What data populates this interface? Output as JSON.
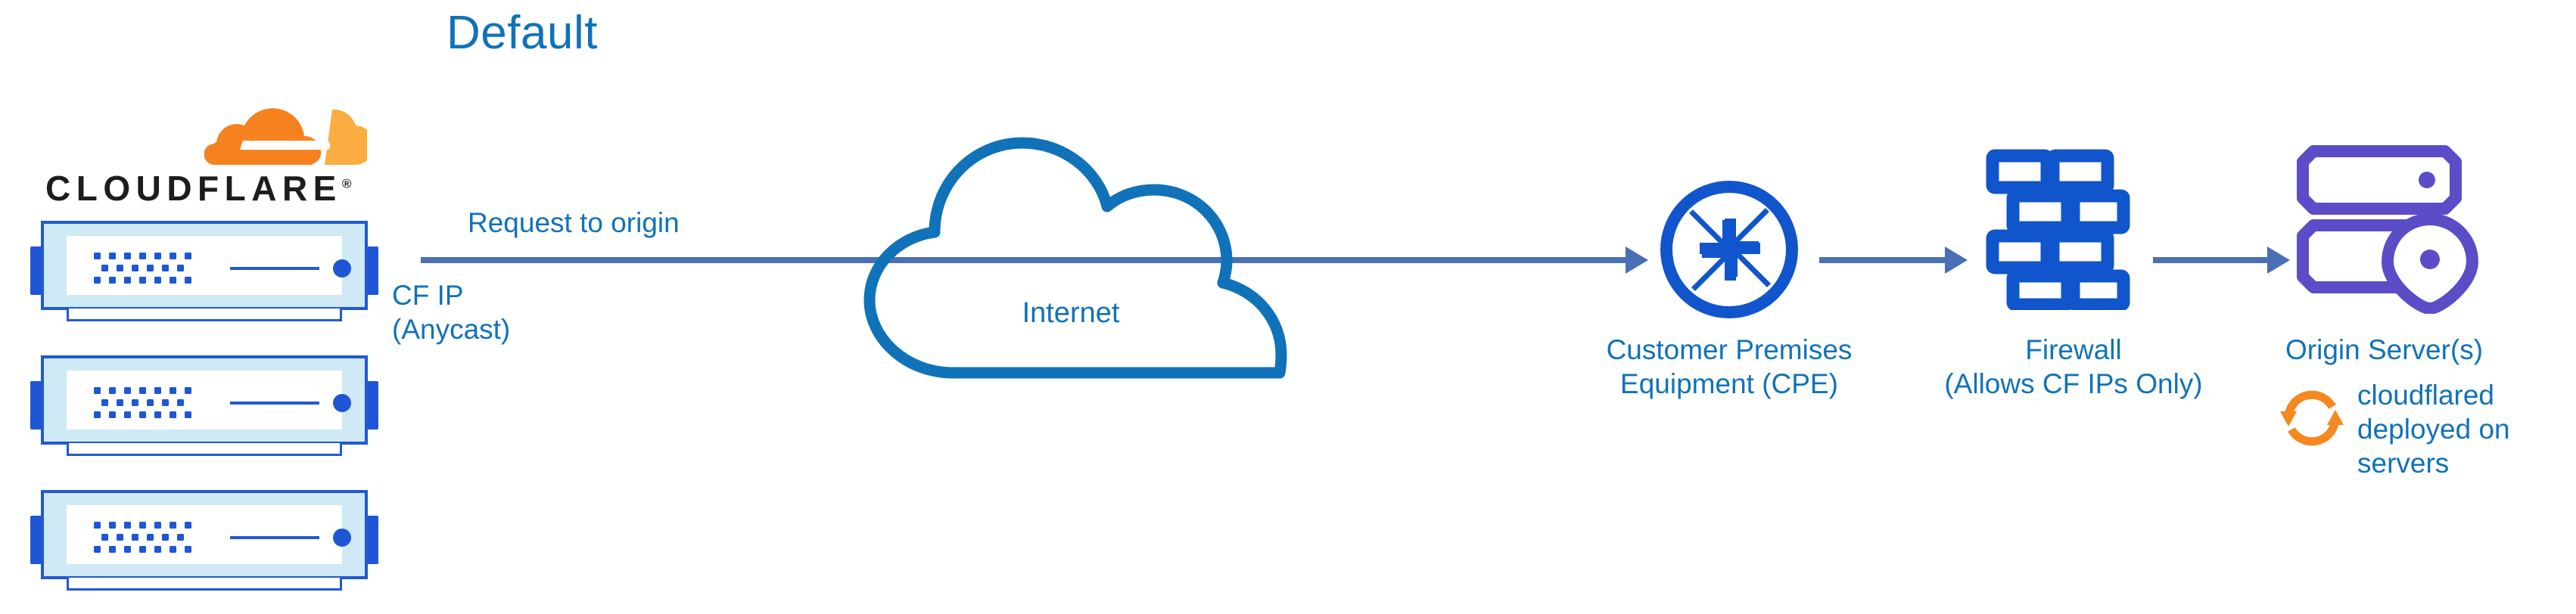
{
  "title": "Default",
  "brand": {
    "name": "CLOUDFLARE",
    "registered_mark": "®",
    "logo_icon": "cloudflare-cloud-icon",
    "orange_dark": "#F6821F",
    "orange_light": "#FBAD41",
    "wordmark_color": "#1D1D1B"
  },
  "colors": {
    "label_blue": "#1072B8",
    "arrow_blue": "#4A6FB5",
    "icon_blue": "#1155CC",
    "server_blue": "#2159D0",
    "server_fill": "#CFE9F5",
    "origin_purple": "#5B4DC7",
    "cloudflared_orange": "#F5881F"
  },
  "edge_servers": {
    "icon": "rack-server-icon",
    "count": 3,
    "items": [
      {
        "name": "cloudflare-edge-server-1"
      },
      {
        "name": "cloudflare-edge-server-2"
      },
      {
        "name": "cloudflare-edge-server-3"
      }
    ]
  },
  "flow": {
    "request_label": "Request to origin",
    "source_label": "CF IP\n(Anycast)",
    "arrows": [
      {
        "name": "request-to-origin-arrow",
        "from": "cloudflare-edge",
        "to": "customer-premises-equipment"
      },
      {
        "name": "cpe-to-firewall-arrow",
        "from": "customer-premises-equipment",
        "to": "firewall"
      },
      {
        "name": "firewall-to-origin-arrow",
        "from": "firewall",
        "to": "origin-server"
      }
    ]
  },
  "nodes": [
    {
      "id": "internet",
      "icon": "cloud-icon",
      "label": "Internet",
      "label_position": "inside"
    },
    {
      "id": "cpe",
      "icon": "router-icon",
      "label": "Customer Premises\nEquipment (CPE)",
      "label_position": "below"
    },
    {
      "id": "firewall",
      "icon": "brick-wall-icon",
      "label": "Firewall\n(Allows CF IPs Only)",
      "label_position": "below"
    },
    {
      "id": "origin",
      "icon": "server-rack-location-pin-icon",
      "label": "Origin Server(s)",
      "label_position": "below"
    }
  ],
  "cloudflared": {
    "icon": "sync-arrows-icon",
    "label": "cloudflared\ndeployed on\nservers"
  }
}
